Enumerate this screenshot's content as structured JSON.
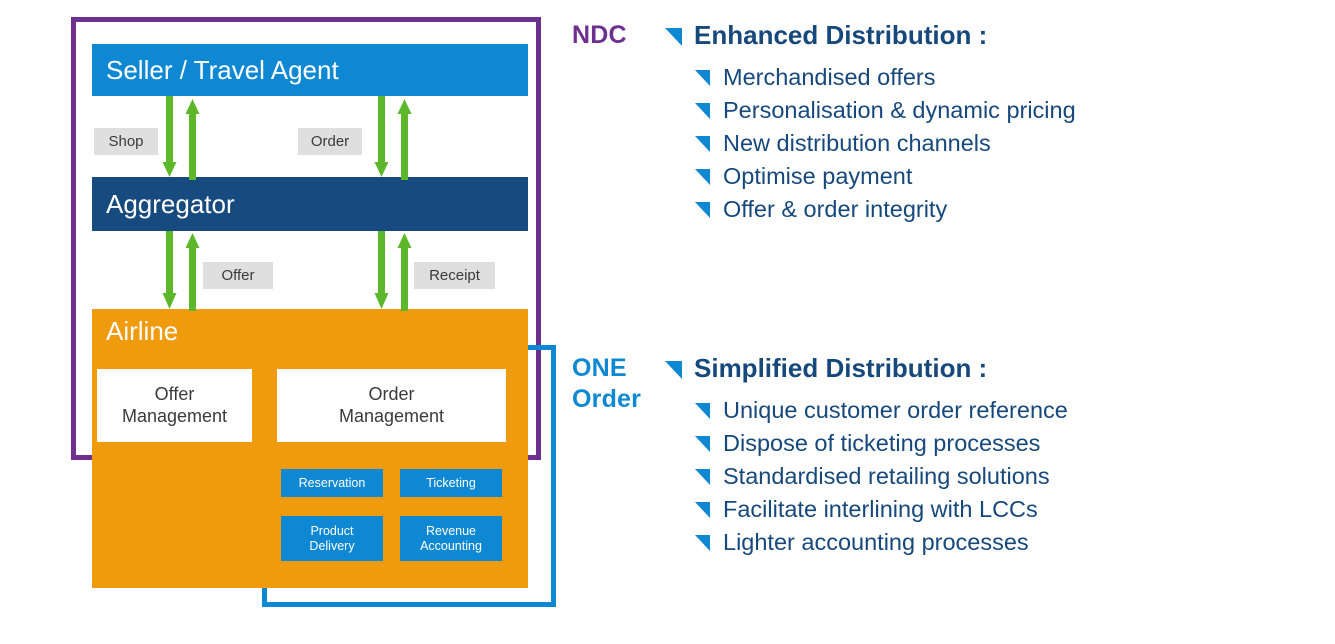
{
  "diagram": {
    "frames": {
      "ndc_frame_color": "#6E3090",
      "one_order_frame_color": "#0E88D3"
    },
    "rows": [
      {
        "id": "seller",
        "label": "Seller / Travel Agent",
        "color": "#0E88D3"
      },
      {
        "id": "aggregator",
        "label": "Aggregator",
        "color": "#174A7E"
      },
      {
        "id": "airline",
        "label": "Airline",
        "color": "#F09A0E"
      }
    ],
    "process_labels": [
      {
        "id": "shop",
        "label": "Shop"
      },
      {
        "id": "order",
        "label": "Order"
      },
      {
        "id": "offer",
        "label": "Offer"
      },
      {
        "id": "receipt",
        "label": "Receipt"
      }
    ],
    "management_boxes": [
      {
        "id": "offer-management",
        "line1": "Offer",
        "line2": "Management"
      },
      {
        "id": "order-management",
        "line1": "Order",
        "line2": "Management"
      }
    ],
    "capability_boxes": [
      {
        "id": "reservation",
        "line1": "Reservation",
        "line2": ""
      },
      {
        "id": "ticketing",
        "line1": "Ticketing",
        "line2": ""
      },
      {
        "id": "product-delivery",
        "line1": "Product",
        "line2": "Delivery"
      },
      {
        "id": "revenue-accounting",
        "line1": "Revenue",
        "line2": "Accounting"
      }
    ],
    "arrow_color": "#5CB82A"
  },
  "panel": {
    "sections": [
      {
        "id": "ndc",
        "tag_line1": "NDC",
        "tag_line2": "",
        "tag_color": "#6E3090",
        "heading": "Enhanced Distribution :",
        "bullets": [
          "Merchandised offers",
          "Personalisation & dynamic pricing",
          "New distribution channels",
          "Optimise payment",
          "Offer & order integrity"
        ]
      },
      {
        "id": "one-order",
        "tag_line1": "ONE",
        "tag_line2": "Order",
        "tag_color": "#0E88D3",
        "heading": "Simplified Distribution :",
        "bullets": [
          "Unique customer order reference",
          "Dispose of ticketing processes",
          "Standardised retailing solutions",
          "Facilitate interlining with LCCs",
          "Lighter accounting processes"
        ]
      }
    ],
    "bullet_icon": "triangle-arrow-icon",
    "bullet_icon_color": "#0E88D3",
    "text_color": "#17487C"
  }
}
